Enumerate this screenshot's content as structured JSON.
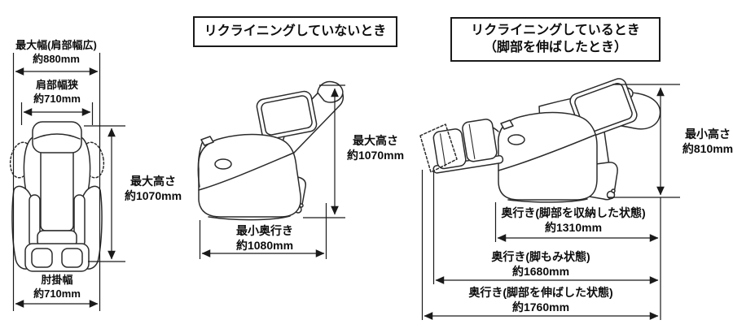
{
  "colors": {
    "background": "#ffffff",
    "linework": "#2b2b2b",
    "dimension_line": "#1a1a1a",
    "text": "#0d0d0d"
  },
  "front_view": {
    "max_width": {
      "label": "最大幅(肩部幅広)",
      "value": "約880mm"
    },
    "shoulder_width": {
      "label": "肩部幅狭",
      "value": "約710mm"
    },
    "max_height": {
      "label": "最大高さ",
      "value": "約1070mm"
    },
    "armrest_width": {
      "label": "肘掛幅",
      "value": "約710mm"
    }
  },
  "upright_view": {
    "title": "リクライニングしていないとき",
    "max_height": {
      "label": "最大高さ",
      "value": "約1070mm"
    },
    "min_depth": {
      "label": "最小奥行き",
      "value": "約1080mm"
    }
  },
  "reclined_view": {
    "title_line1": "リクライニングしているとき",
    "title_line2": "（脚部を伸ばしたとき）",
    "min_height": {
      "label": "最小高さ",
      "value": "約810mm"
    },
    "depth_retracted": {
      "label": "奥行き(脚部を収納した状態)",
      "value": "約1310mm"
    },
    "depth_massage": {
      "label": "奥行き(脚もみ状態)",
      "value": "約1680mm"
    },
    "depth_extended": {
      "label": "奥行き(脚部を伸ばした状態)",
      "value": "約1760mm"
    }
  }
}
